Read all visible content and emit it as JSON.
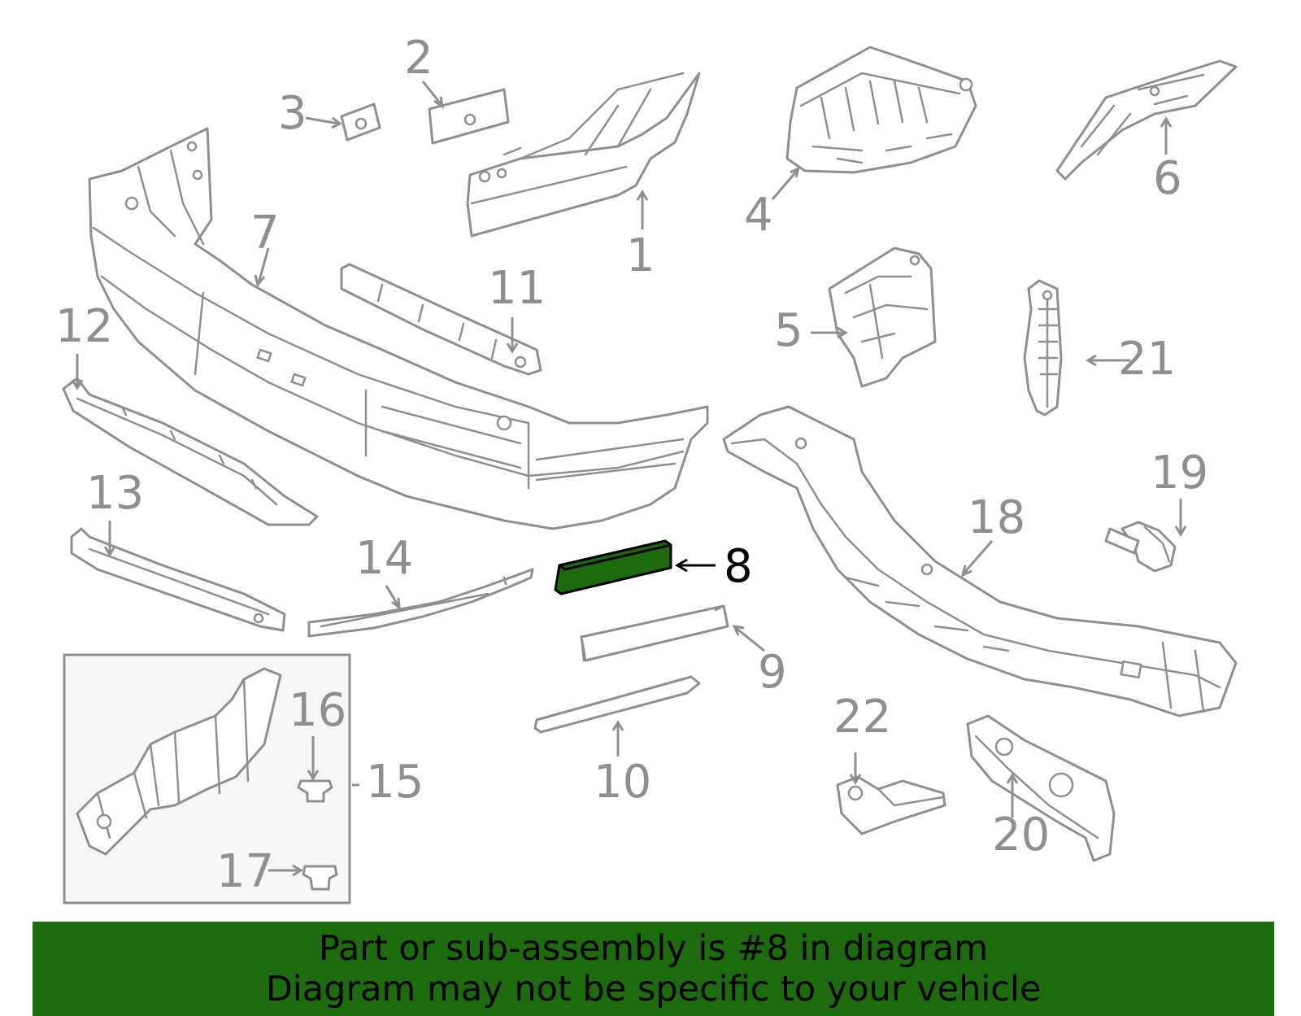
{
  "diagram": {
    "highlighted_part": "8",
    "highlight_color": "#1e6b0f",
    "line_color": "#8f8f8f",
    "callouts": {
      "c1": "1",
      "c2": "2",
      "c3": "3",
      "c4": "4",
      "c5": "5",
      "c6": "6",
      "c7": "7",
      "c8": "8",
      "c9": "9",
      "c10": "10",
      "c11": "11",
      "c12": "12",
      "c13": "13",
      "c14": "14",
      "c15": "15",
      "c16": "16",
      "c17": "17",
      "c18": "18",
      "c19": "19",
      "c20": "20",
      "c21": "21",
      "c22": "22"
    }
  },
  "footer": {
    "line1": "Part or sub-assembly is #8 in diagram",
    "line2": "Diagram may not be specific to your vehicle",
    "background": "#1e6b0f"
  }
}
